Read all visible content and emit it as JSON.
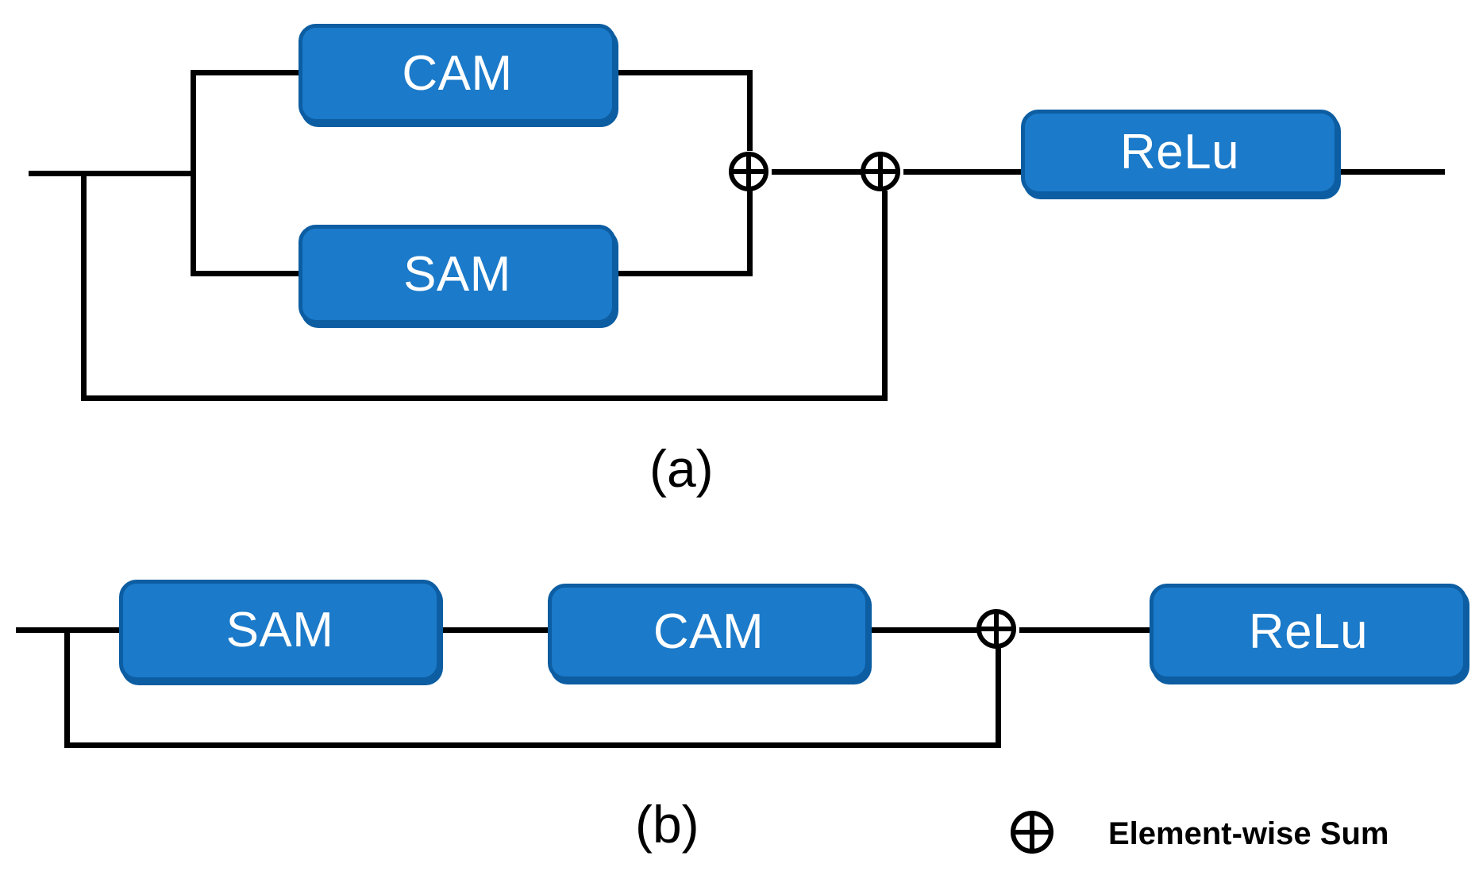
{
  "figure": {
    "background_color": "#ffffff",
    "module_fill_color": "#1b7ac9",
    "module_border_color": "#0c5da2",
    "module_text_color": "#ffffff",
    "wire_color": "#000000"
  },
  "subfigure_a": {
    "caption": "(a)",
    "modules": [
      {
        "name": "cam",
        "label": "CAM"
      },
      {
        "name": "sam",
        "label": "SAM"
      },
      {
        "name": "relu",
        "label": "ReLu"
      }
    ],
    "operators": [
      {
        "name": "sum-parallel",
        "symbol": "⊕"
      },
      {
        "name": "sum-residual",
        "symbol": "⊕"
      }
    ]
  },
  "subfigure_b": {
    "caption": "(b)",
    "modules": [
      {
        "name": "sam",
        "label": "SAM"
      },
      {
        "name": "cam",
        "label": "CAM"
      },
      {
        "name": "relu",
        "label": "ReLu"
      }
    ],
    "operators": [
      {
        "name": "sum-residual",
        "symbol": "⊕"
      }
    ]
  },
  "legend": {
    "symbol": "⊕",
    "label": "Element-wise Sum"
  }
}
